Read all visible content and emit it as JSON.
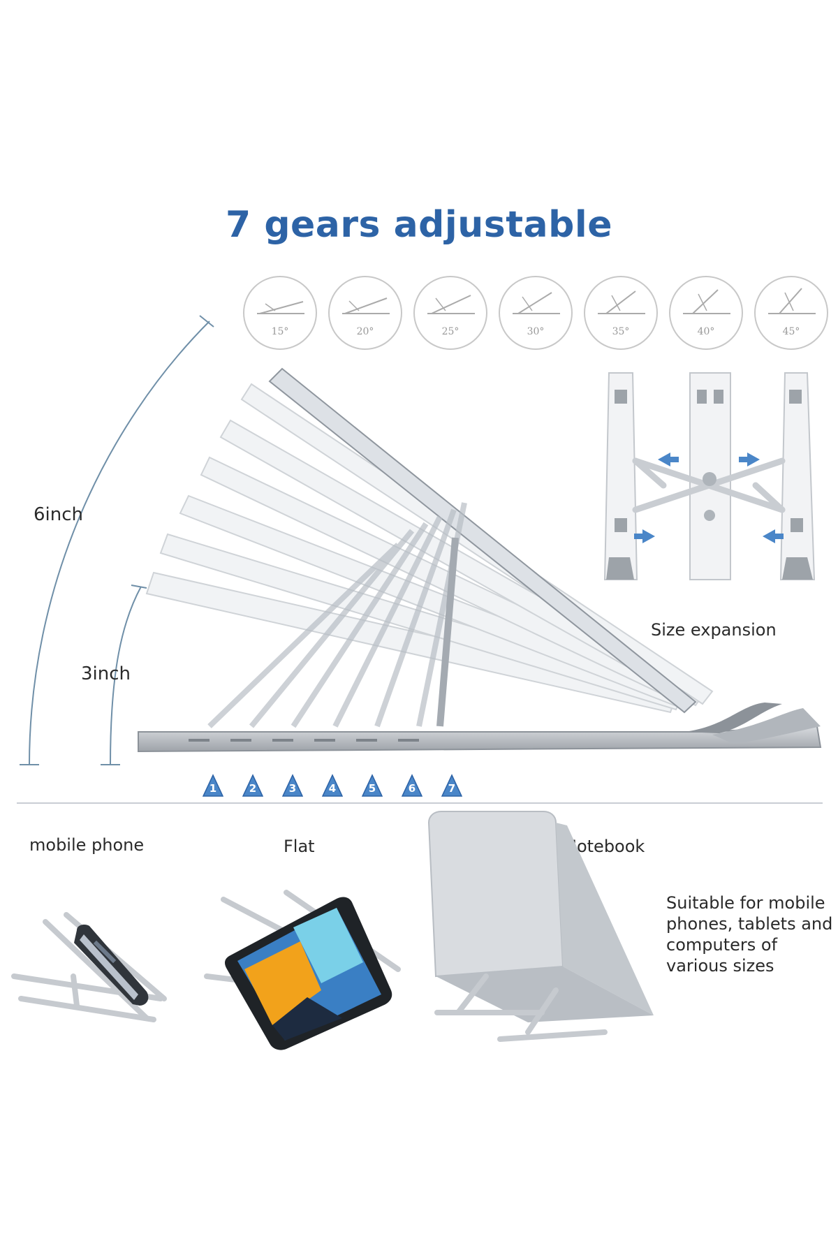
{
  "title": "7 gears adjustable",
  "angles": [
    "15°",
    "20°",
    "25°",
    "30°",
    "35°",
    "40°",
    "45°"
  ],
  "heights": {
    "outer": "6inch",
    "inner": "3inch"
  },
  "gear_markers": [
    "1",
    "2",
    "3",
    "4",
    "5",
    "6",
    "7"
  ],
  "size_expansion": "Size expansion",
  "uses": {
    "phone": "mobile phone",
    "flat": "Flat",
    "notebook": "Notebook"
  },
  "description": "Suitable for mobile phones, tablets and computers of various sizes",
  "colors": {
    "accent": "#2d63a6",
    "stand": "#c9cdd2",
    "arrow": "#4a86c8"
  }
}
